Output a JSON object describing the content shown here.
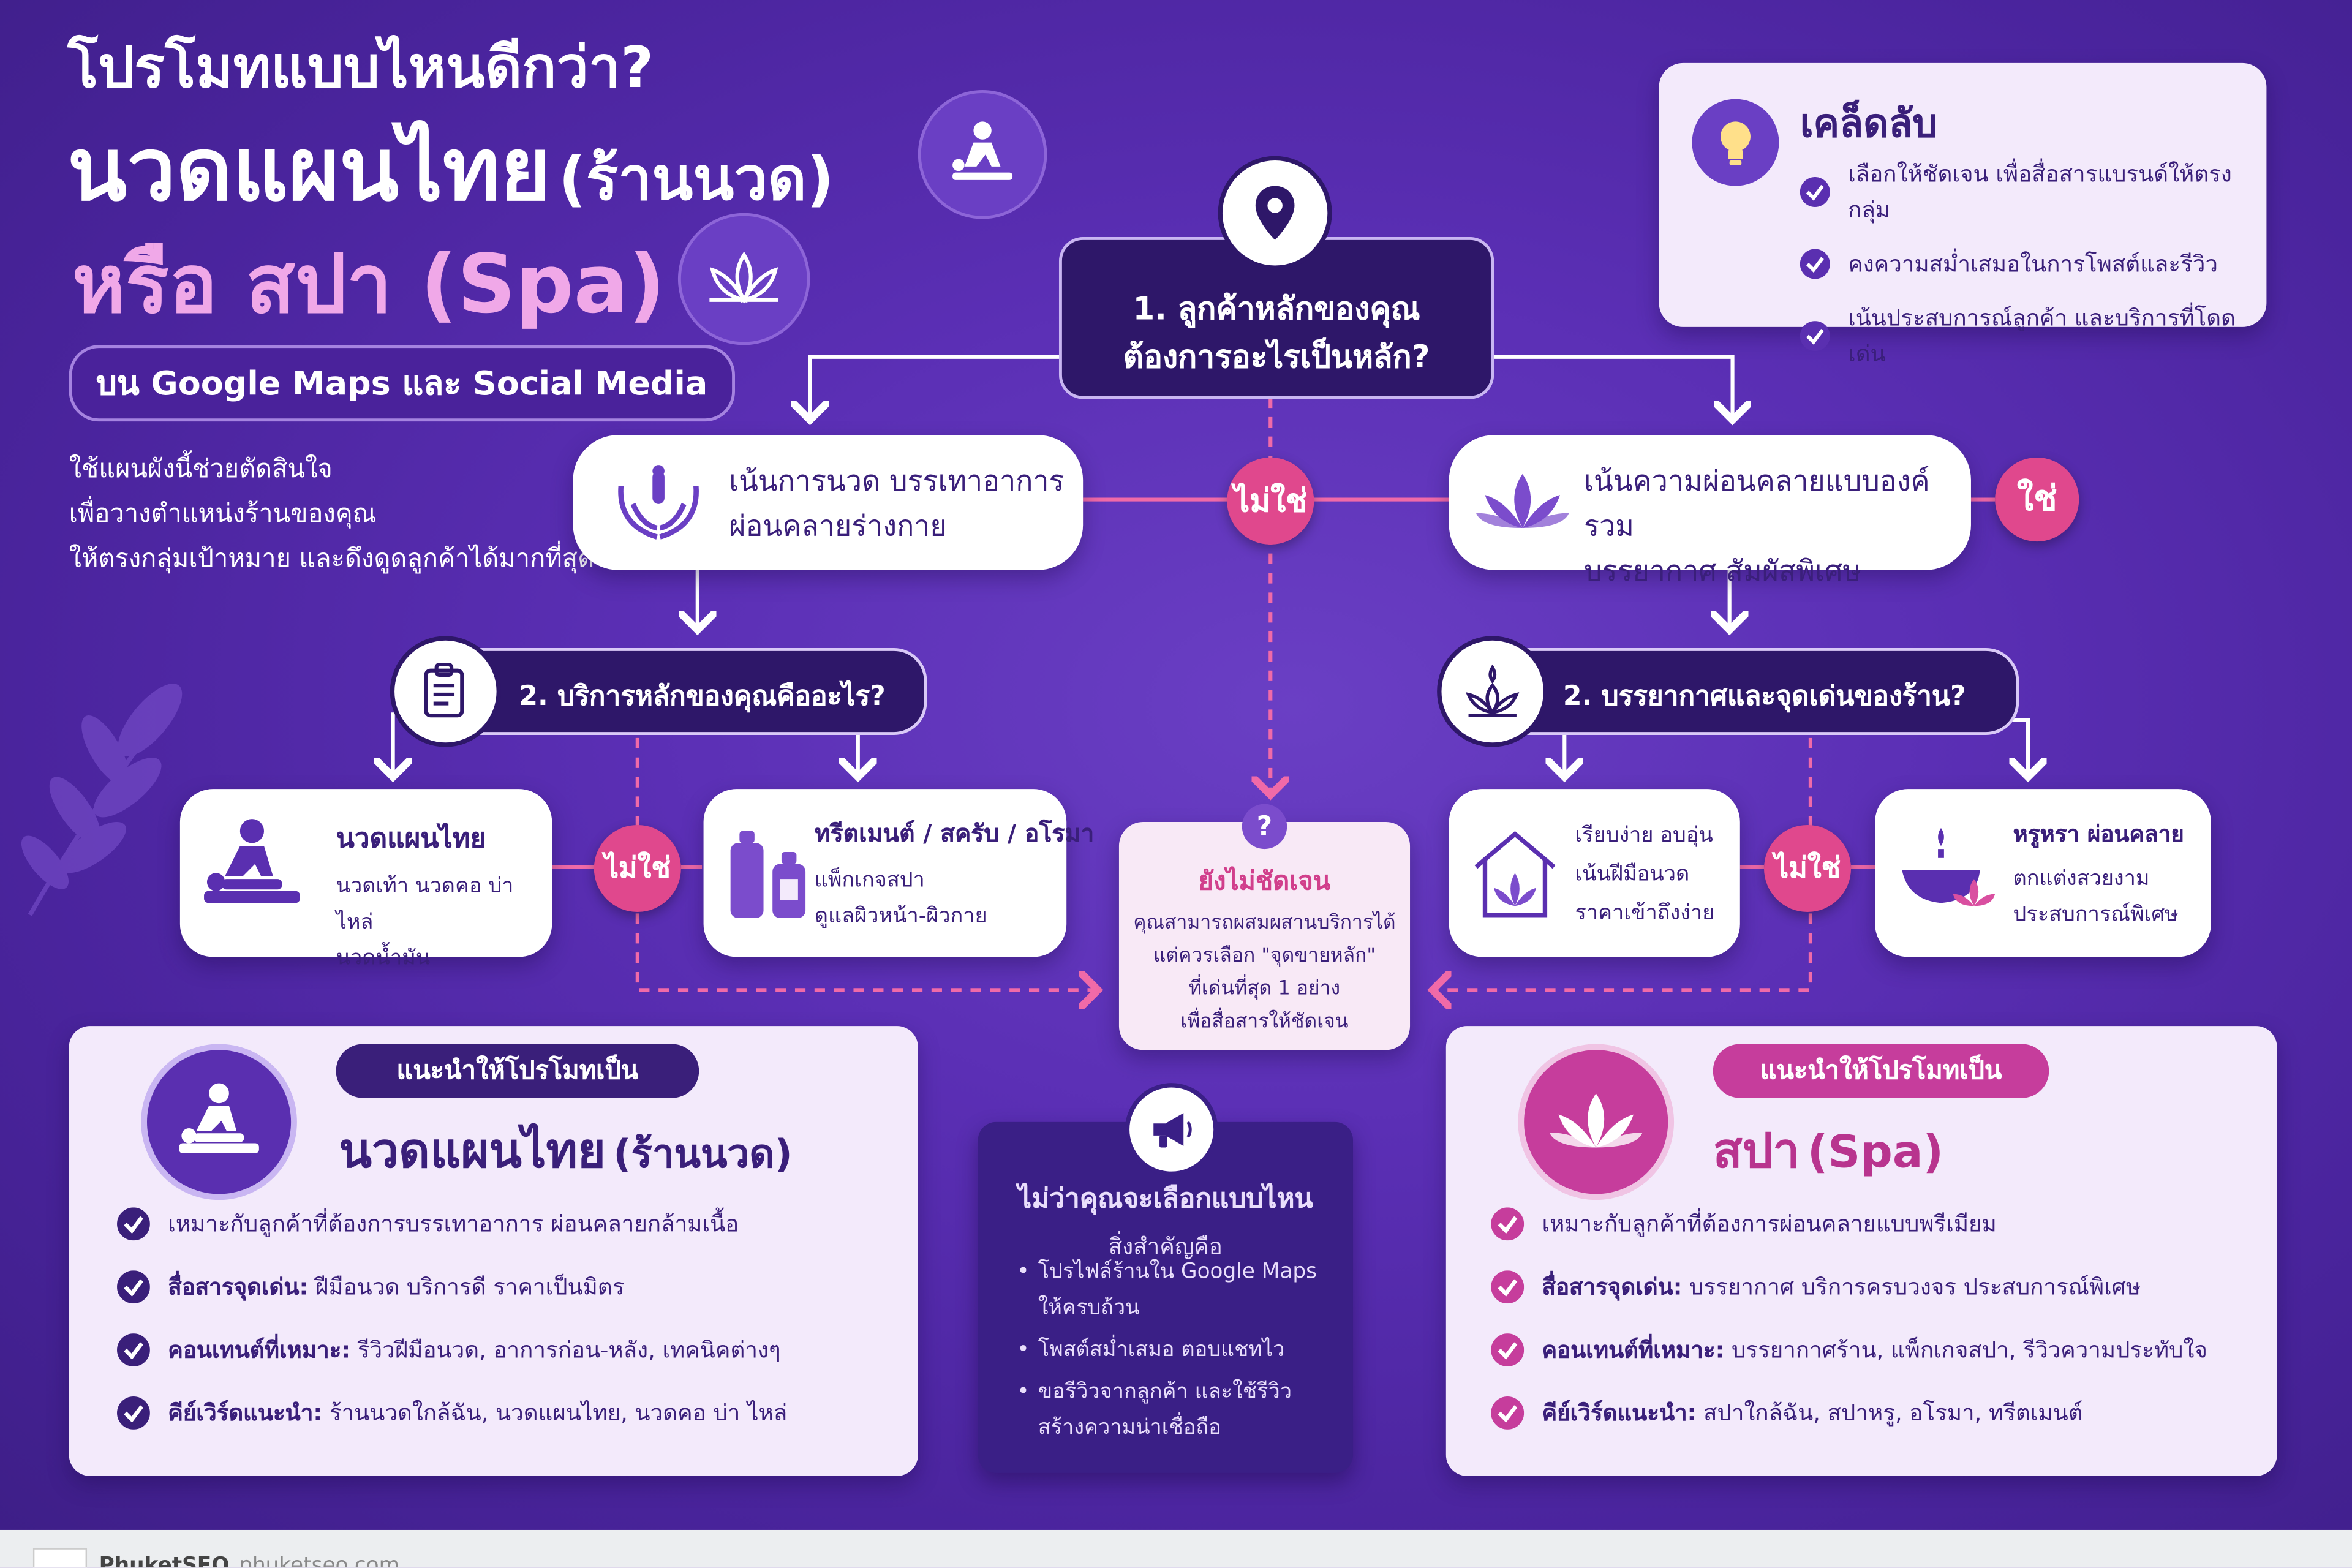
{
  "title": {
    "line1": "โปรโมทแบบไหนดีกว่า?",
    "line2a": "นวดแผนไทย",
    "line2b": "(ร้านนวด)",
    "line3a": "หรือ สปา (Spa)",
    "subtitle_pill": "บน Google Maps และ Social Media"
  },
  "intro": {
    "line1": "ใช้แผนผังนี้ช่วยตัดสินใจ",
    "line2": "เพื่อวางตำแหน่งร้านของคุณ",
    "line3": "ให้ตรงกลุ่มเป้าหมาย และดึงดูดลูกค้าได้มากที่สุด"
  },
  "tips": {
    "title": "เคล็ดลับ",
    "items": [
      "เลือกให้ชัดเจน เพื่อสื่อสารแบรนด์ให้ตรงกลุ่ม",
      "คงความสม่ำเสมอในการโพสต์และรีวิว",
      "เน้นประสบการณ์ลูกค้า และบริการที่โดดเด่น"
    ]
  },
  "q1": {
    "line1": "1. ลูกค้าหลักของคุณ",
    "line2": "ต้องการอะไรเป็นหลัก?"
  },
  "left_focus": {
    "line1": "เน้นการนวด บรรเทาอาการ",
    "line2": "ผ่อนคลายร่างกาย"
  },
  "right_focus": {
    "line1": "เน้นความผ่อนคลายแบบองค์รวม",
    "line2": "บรรยากาศ สัมผัสพิเศษ"
  },
  "labels": {
    "no": "ไม่ใช่",
    "yes": "ใช่"
  },
  "q2_left": "2. บริการหลักของคุณคืออะไร?",
  "q2_right": "2. บรรยากาศและจุดเด่นของร้าน?",
  "thai_card": {
    "title": "นวดแผนไทย",
    "line1": "นวดเท้า นวดคอ บ่า ไหล่",
    "line2": "นวดน้ำมัน"
  },
  "treat_card": {
    "title": "ทรีตเมนต์ / สครับ / อโรมา",
    "line1": "แพ็กเกจสปา",
    "line2": "ดูแลผิวหน้า-ผิวกาย"
  },
  "simple_card": {
    "line1": "เรียบง่าย อบอุ่น",
    "line2": "เน้นฝีมือนวด",
    "line3": "ราคาเข้าถึงง่าย"
  },
  "lux_card": {
    "title": "หรูหรา ผ่อนคลาย",
    "line1": "ตกแต่งสวยงาม",
    "line2": "ประสบการณ์พิเศษ"
  },
  "unclear": {
    "q": "?",
    "title": "ยังไม่ชัดเจน",
    "line1": "คุณสามารถผสมผสานบริการได้",
    "line2": "แต่ควรเลือก \"จุดขายหลัก\"",
    "line3": "ที่เด่นที่สุด 1 อย่าง",
    "line4": "เพื่อสื่อสารให้ชัดเจน"
  },
  "rec_left": {
    "pill": "แนะนำให้โปรโมทเป็น",
    "title_a": "นวดแผนไทย",
    "title_b": "(ร้านนวด)",
    "items": [
      {
        "label": "",
        "text": "เหมาะกับลูกค้าที่ต้องการบรรเทาอาการ ผ่อนคลายกล้ามเนื้อ"
      },
      {
        "label": "สื่อสารจุดเด่น:",
        "text": "ฝีมือนวด บริการดี ราคาเป็นมิตร"
      },
      {
        "label": "คอนเทนต์ที่เหมาะ:",
        "text": "รีวิวฝีมือนวด, อาการก่อน-หลัง, เทคนิคต่างๆ"
      },
      {
        "label": "คีย์เวิร์ดแนะนำ:",
        "text": "ร้านนวดใกล้ฉัน, นวดแผนไทย, นวดคอ บ่า ไหล่"
      }
    ]
  },
  "rec_right": {
    "pill": "แนะนำให้โปรโมทเป็น",
    "title_a": "สปา",
    "title_b": "(Spa)",
    "items": [
      {
        "label": "",
        "text": "เหมาะกับลูกค้าที่ต้องการผ่อนคลายแบบพรีเมียม"
      },
      {
        "label": "สื่อสารจุดเด่น:",
        "text": "บรรยากาศ บริการครบวงจร ประสบการณ์พิเศษ"
      },
      {
        "label": "คอนเทนต์ที่เหมาะ:",
        "text": "บรรยากาศร้าน, แพ็กเกจสปา, รีวิวความประทับใจ"
      },
      {
        "label": "คีย์เวิร์ดแนะนำ:",
        "text": "สปาใกล้ฉัน, สปาหรู, อโรมา, ทรีตเมนต์"
      }
    ]
  },
  "center_box": {
    "title": "ไม่ว่าคุณจะเลือกแบบไหน",
    "sub": "สิ่งสำคัญคือ",
    "items": [
      {
        "a": "โปรไฟล์ร้านใน Google Maps",
        "b": "ให้ครบถ้วน"
      },
      {
        "a": "โพสต์สม่ำเสมอ ตอบแชทไว",
        "b": ""
      },
      {
        "a": "ขอรีวิวจากลูกค้า และใช้รีวิว",
        "b": "สร้างความน่าเชื่อถือ"
      }
    ]
  },
  "footer": {
    "brand": "PhuketSEO",
    "domain": "phuketseo.com"
  },
  "icons": [
    "massage-icon",
    "lotus-icon",
    "lightbulb-icon",
    "check-icon",
    "location-pin-icon",
    "hands-icon",
    "clipboard-icon",
    "lotus-candle-icon",
    "oil-bottles-icon",
    "house-lotus-icon",
    "candle-bowl-icon",
    "megaphone-icon",
    "question-icon",
    "leaf-icon"
  ],
  "colors": {
    "background": "#5b2fb5",
    "dark_box": "#2e1769",
    "pink": "#e0488d",
    "card": "#ffffff",
    "lavender": "#f3eafb"
  }
}
